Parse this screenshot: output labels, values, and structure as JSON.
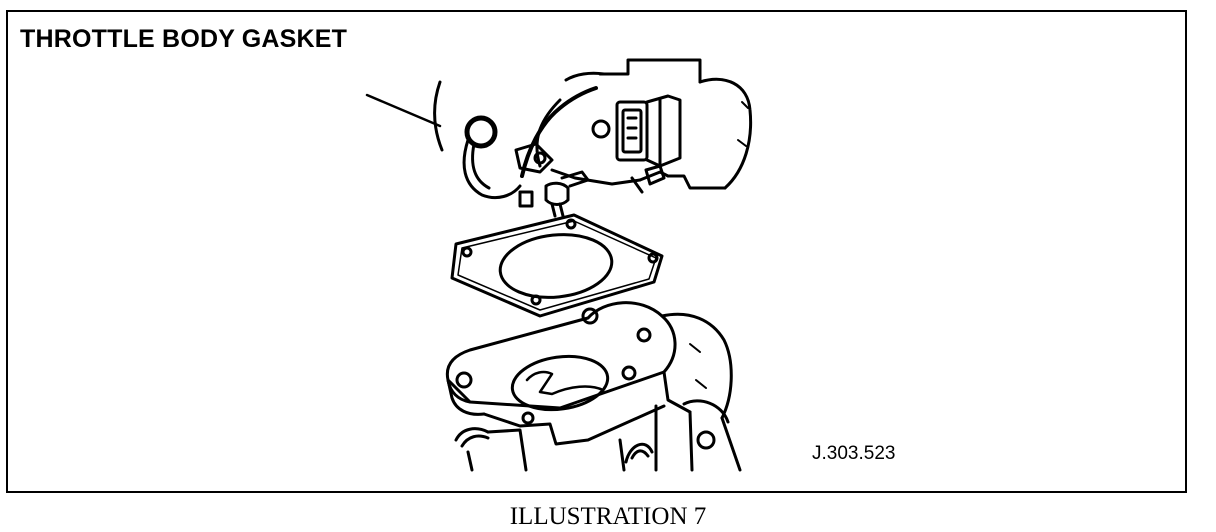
{
  "title": "THROTTLE BODY GASKET",
  "ref_code": "J.303.523",
  "caption": "ILLUSTRATION 7"
}
